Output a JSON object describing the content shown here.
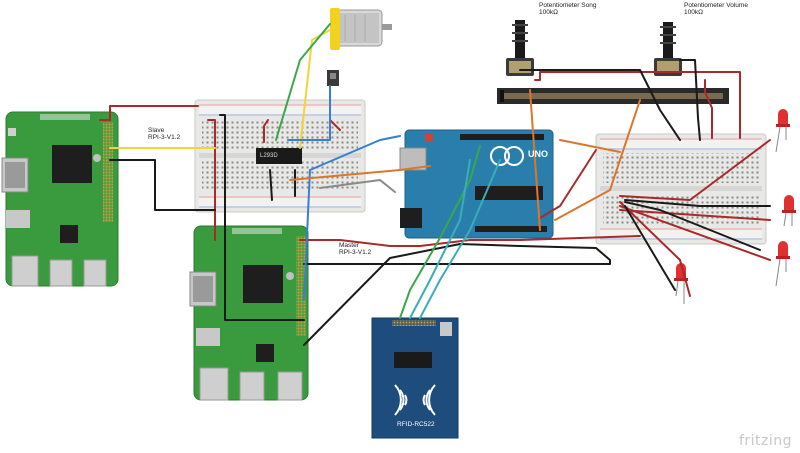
{
  "labels": {
    "pot_song_title": "Potentiometer Song",
    "pot_song_value": "100kΩ",
    "pot_volume_title": "Potentiometer Volume",
    "pot_volume_value": "100kΩ",
    "slave_role": "Slave",
    "slave_model": "RPI-3-V1.2",
    "master_role": "Master",
    "master_model": "RPI-3-V1.2",
    "rfid_model": "RFID-RC522",
    "ic_label": "L293D",
    "arduino_brand": "UNO",
    "watermark": "fritzing"
  },
  "colors": {
    "pcb_green": "#3a9a3e",
    "breadboard": "#e8e8e6",
    "arduino_blue": "#2a7eab",
    "rfid_blue": "#1e4d7d",
    "motor_yellow": "#f1d21f",
    "wire_red": "#a82a2a",
    "wire_black": "#1a1a1a",
    "wire_yellow": "#f2d33a",
    "wire_blue": "#3a7ed0",
    "wire_green": "#3aa84a",
    "wire_orange": "#d9772e",
    "wire_teal": "#3aaeb8",
    "led_red": "#e03030"
  }
}
